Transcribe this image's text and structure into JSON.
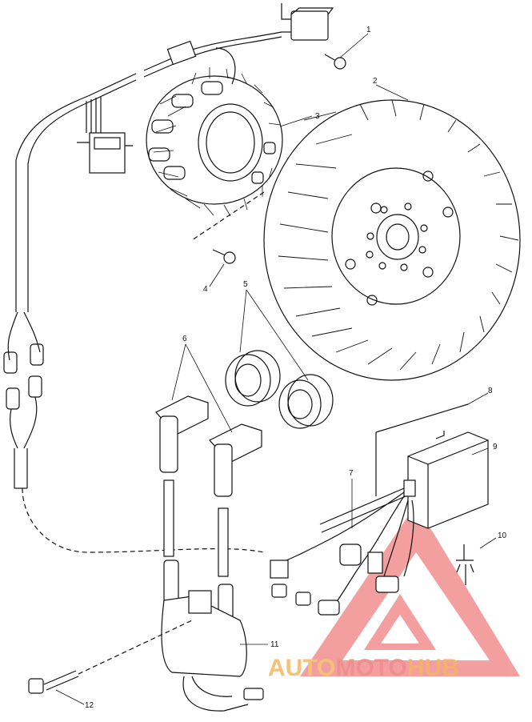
{
  "callouts": {
    "c1": "1",
    "c2": "2",
    "c3": "3",
    "c4": "4",
    "c5": "5",
    "c6": "6",
    "c7": "7",
    "c8": "8",
    "c9": "9",
    "c10": "10",
    "c11": "11",
    "c12": "12"
  },
  "watermark": {
    "part1": "AUTO",
    "part2": "MOTO",
    "part3": "HUB"
  },
  "colors": {
    "line": "#111111",
    "watermark_red": "#e84a4a",
    "watermark_orange": "#f0a040",
    "background": "#ffffff"
  },
  "parts": [
    "screw",
    "flywheel",
    "stator",
    "screw",
    "spacers",
    "spark-plug-caps",
    "wire-harness",
    "wire",
    "cdi-box",
    "ground-symbol",
    "ignition-coil",
    "bolt"
  ]
}
